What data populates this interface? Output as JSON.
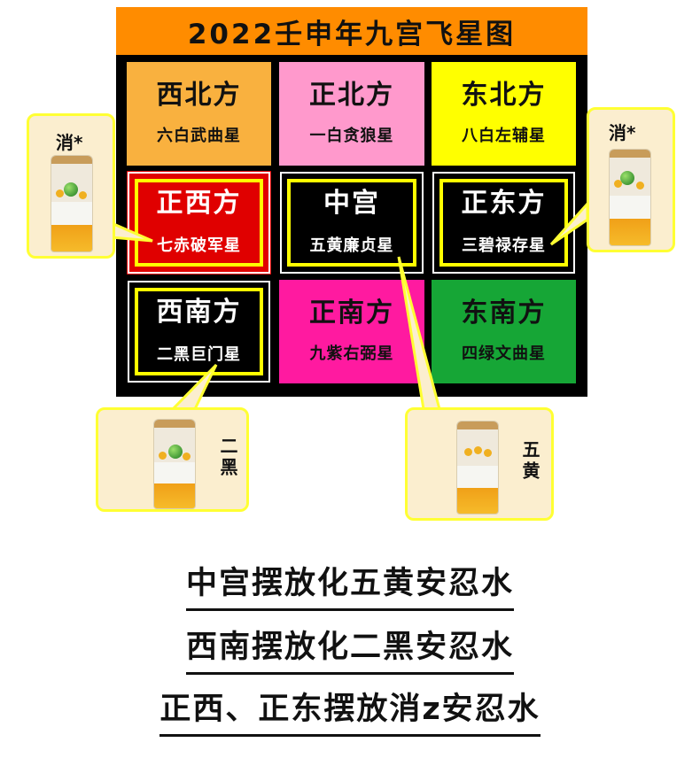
{
  "title": "2022壬申年九宫飞星图",
  "cells": [
    {
      "direction": "西北方",
      "star": "六白武曲星",
      "bg": "#f9b13f",
      "fg": "#111111"
    },
    {
      "direction": "正北方",
      "star": "一白贪狼星",
      "bg": "#ff99cc",
      "fg": "#111111"
    },
    {
      "direction": "东北方",
      "star": "八白左辅星",
      "bg": "#ffff00",
      "fg": "#111111"
    },
    {
      "direction": "正西方",
      "star": "七赤破军星",
      "bg": "#e00000",
      "fg": "#ffffff"
    },
    {
      "direction": "中宫",
      "star": "五黄廉贞星",
      "bg": "#000000",
      "fg": "#ffffff"
    },
    {
      "direction": "正东方",
      "star": "三碧禄存星",
      "bg": "#000000",
      "fg": "#ffffff"
    },
    {
      "direction": "西南方",
      "star": "二黑巨门星",
      "bg": "#000000",
      "fg": "#ffffff"
    },
    {
      "direction": "正南方",
      "star": "九紫右弼星",
      "bg": "#ff1aa0",
      "fg": "#111111"
    },
    {
      "direction": "东南方",
      "star": "四绿文曲星",
      "bg": "#16a636",
      "fg": "#111111"
    }
  ],
  "callouts": {
    "west": "消*",
    "east": "消*",
    "southwest": "二黑",
    "center": "五黄"
  },
  "colors": {
    "title_bg": "#ff8c00",
    "frame": "#ffff00",
    "callout_border": "#ffff33",
    "callout_bg": "#fbeecf"
  },
  "lines": [
    "中宫摆放化五黄安忍水",
    "西南摆放化二黑安忍水",
    "正西、正东摆放消z安忍水"
  ]
}
